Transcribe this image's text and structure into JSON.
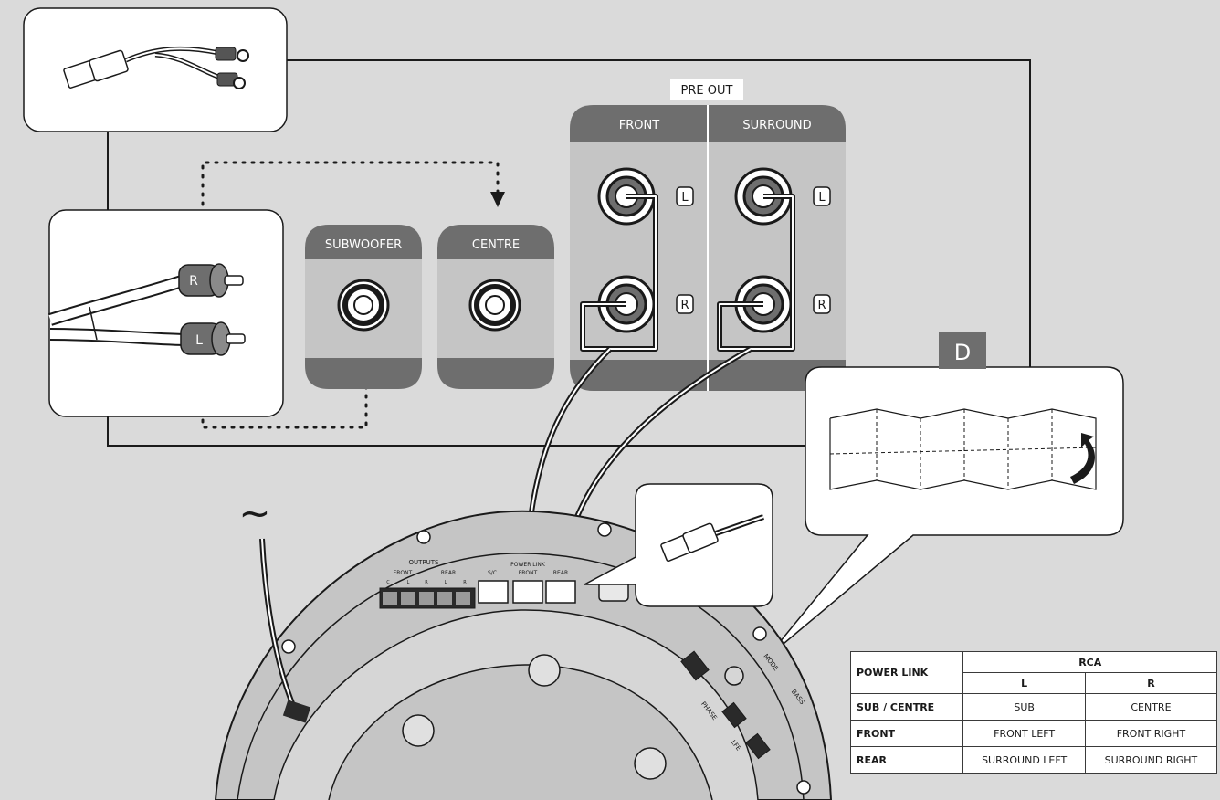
{
  "pre_out_label": "PRE OUT",
  "front_label": "FRONT",
  "surround_label": "SURROUND",
  "subwoofer_label": "SUBWOOFER",
  "centre_label": "CENTRE",
  "channel_l": "L",
  "channel_r": "R",
  "step_label": "D",
  "mains_symbol": "~",
  "panel": {
    "outputs_label": "OUTPUTS",
    "front_label": "FRONT",
    "rear_label": "REAR",
    "sc_label": "S/C",
    "powerlink_label": "POWER LINK",
    "powerlink_front_label": "FRONT",
    "powerlink_rear_label": "REAR",
    "out_c": "C",
    "out_l1": "L",
    "out_r1": "R",
    "out_l2": "L",
    "out_r2": "R",
    "mode_label": "MODE",
    "bass_label": "BASS",
    "phase_label": "PHASE",
    "lfe_label": "LFE"
  },
  "table": {
    "col_powerlink": "POWER LINK",
    "col_rca": "RCA",
    "sub_l": "L",
    "sub_r": "R",
    "rows": [
      {
        "name": "SUB / CENTRE",
        "l": "SUB",
        "r": "CENTRE"
      },
      {
        "name": "FRONT",
        "l": "FRONT LEFT",
        "r": "FRONT RIGHT"
      },
      {
        "name": "REAR",
        "l": "SURROUND LEFT",
        "r": "SURROUND RIGHT"
      }
    ]
  },
  "colors": {
    "background": "#dadada",
    "panel_gray": "#c5c5c5",
    "header_gray": "#6e6e6e",
    "line": "#1a1a1a",
    "white": "#ffffff"
  }
}
